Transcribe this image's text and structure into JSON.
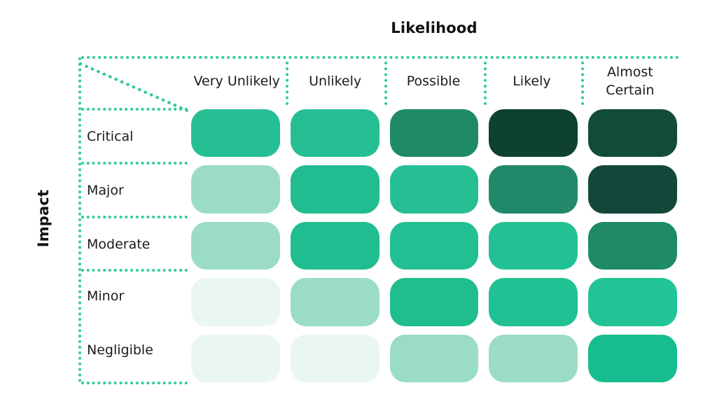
{
  "axes": {
    "x_title": "Likelihood",
    "y_title": "Impact"
  },
  "chart_data": {
    "type": "heatmap",
    "title": "",
    "xlabel": "Likelihood",
    "ylabel": "Impact",
    "grid": true,
    "legend": "none",
    "x_categories": [
      "Very Unlikely",
      "Unlikely",
      "Possible",
      "Likely",
      "Almost Certain"
    ],
    "y_categories": [
      "Critical",
      "Major",
      "Moderate",
      "Minor",
      "Negligible"
    ],
    "cell_shape": "rounded-rectangle",
    "palette": {
      "level_1_lightest": "#e9f6f1",
      "level_2_light": "#9adcc6",
      "level_3_medium": "#26bf93",
      "level_4_dark": "#1e8a68",
      "level_5_darkest": "#114c38",
      "grid_dot_color": "#2ecc8f",
      "background": "#ffffff",
      "text": "#1b1b1b"
    },
    "rows": [
      {
        "impact": "Critical",
        "levels": [
          3,
          3,
          4,
          5,
          5
        ],
        "colors": [
          "#26bf93",
          "#26bf93",
          "#1e8a68",
          "#0e4130",
          "#114c38"
        ]
      },
      {
        "impact": "Major",
        "levels": [
          2,
          3,
          3,
          4,
          5
        ],
        "colors": [
          "#9adcc6",
          "#21bc90",
          "#26bf93",
          "#22886a",
          "#13473a"
        ]
      },
      {
        "impact": "Moderate",
        "levels": [
          2,
          3,
          3,
          3,
          4
        ],
        "colors": [
          "#9adcc6",
          "#20bd90",
          "#22bf92",
          "#22c194",
          "#1e8a68"
        ]
      },
      {
        "impact": "Minor",
        "levels": [
          1,
          2,
          3,
          3,
          3
        ],
        "colors": [
          "#e9f6f1",
          "#9adcc6",
          "#20bd8e",
          "#20c192",
          "#22c495"
        ]
      },
      {
        "impact": "Negligible",
        "levels": [
          1,
          1,
          2,
          2,
          3
        ],
        "colors": [
          "#e9f6f1",
          "#e9f6f1",
          "#9adcc6",
          "#9cdcc7",
          "#18bd8f"
        ]
      }
    ]
  }
}
